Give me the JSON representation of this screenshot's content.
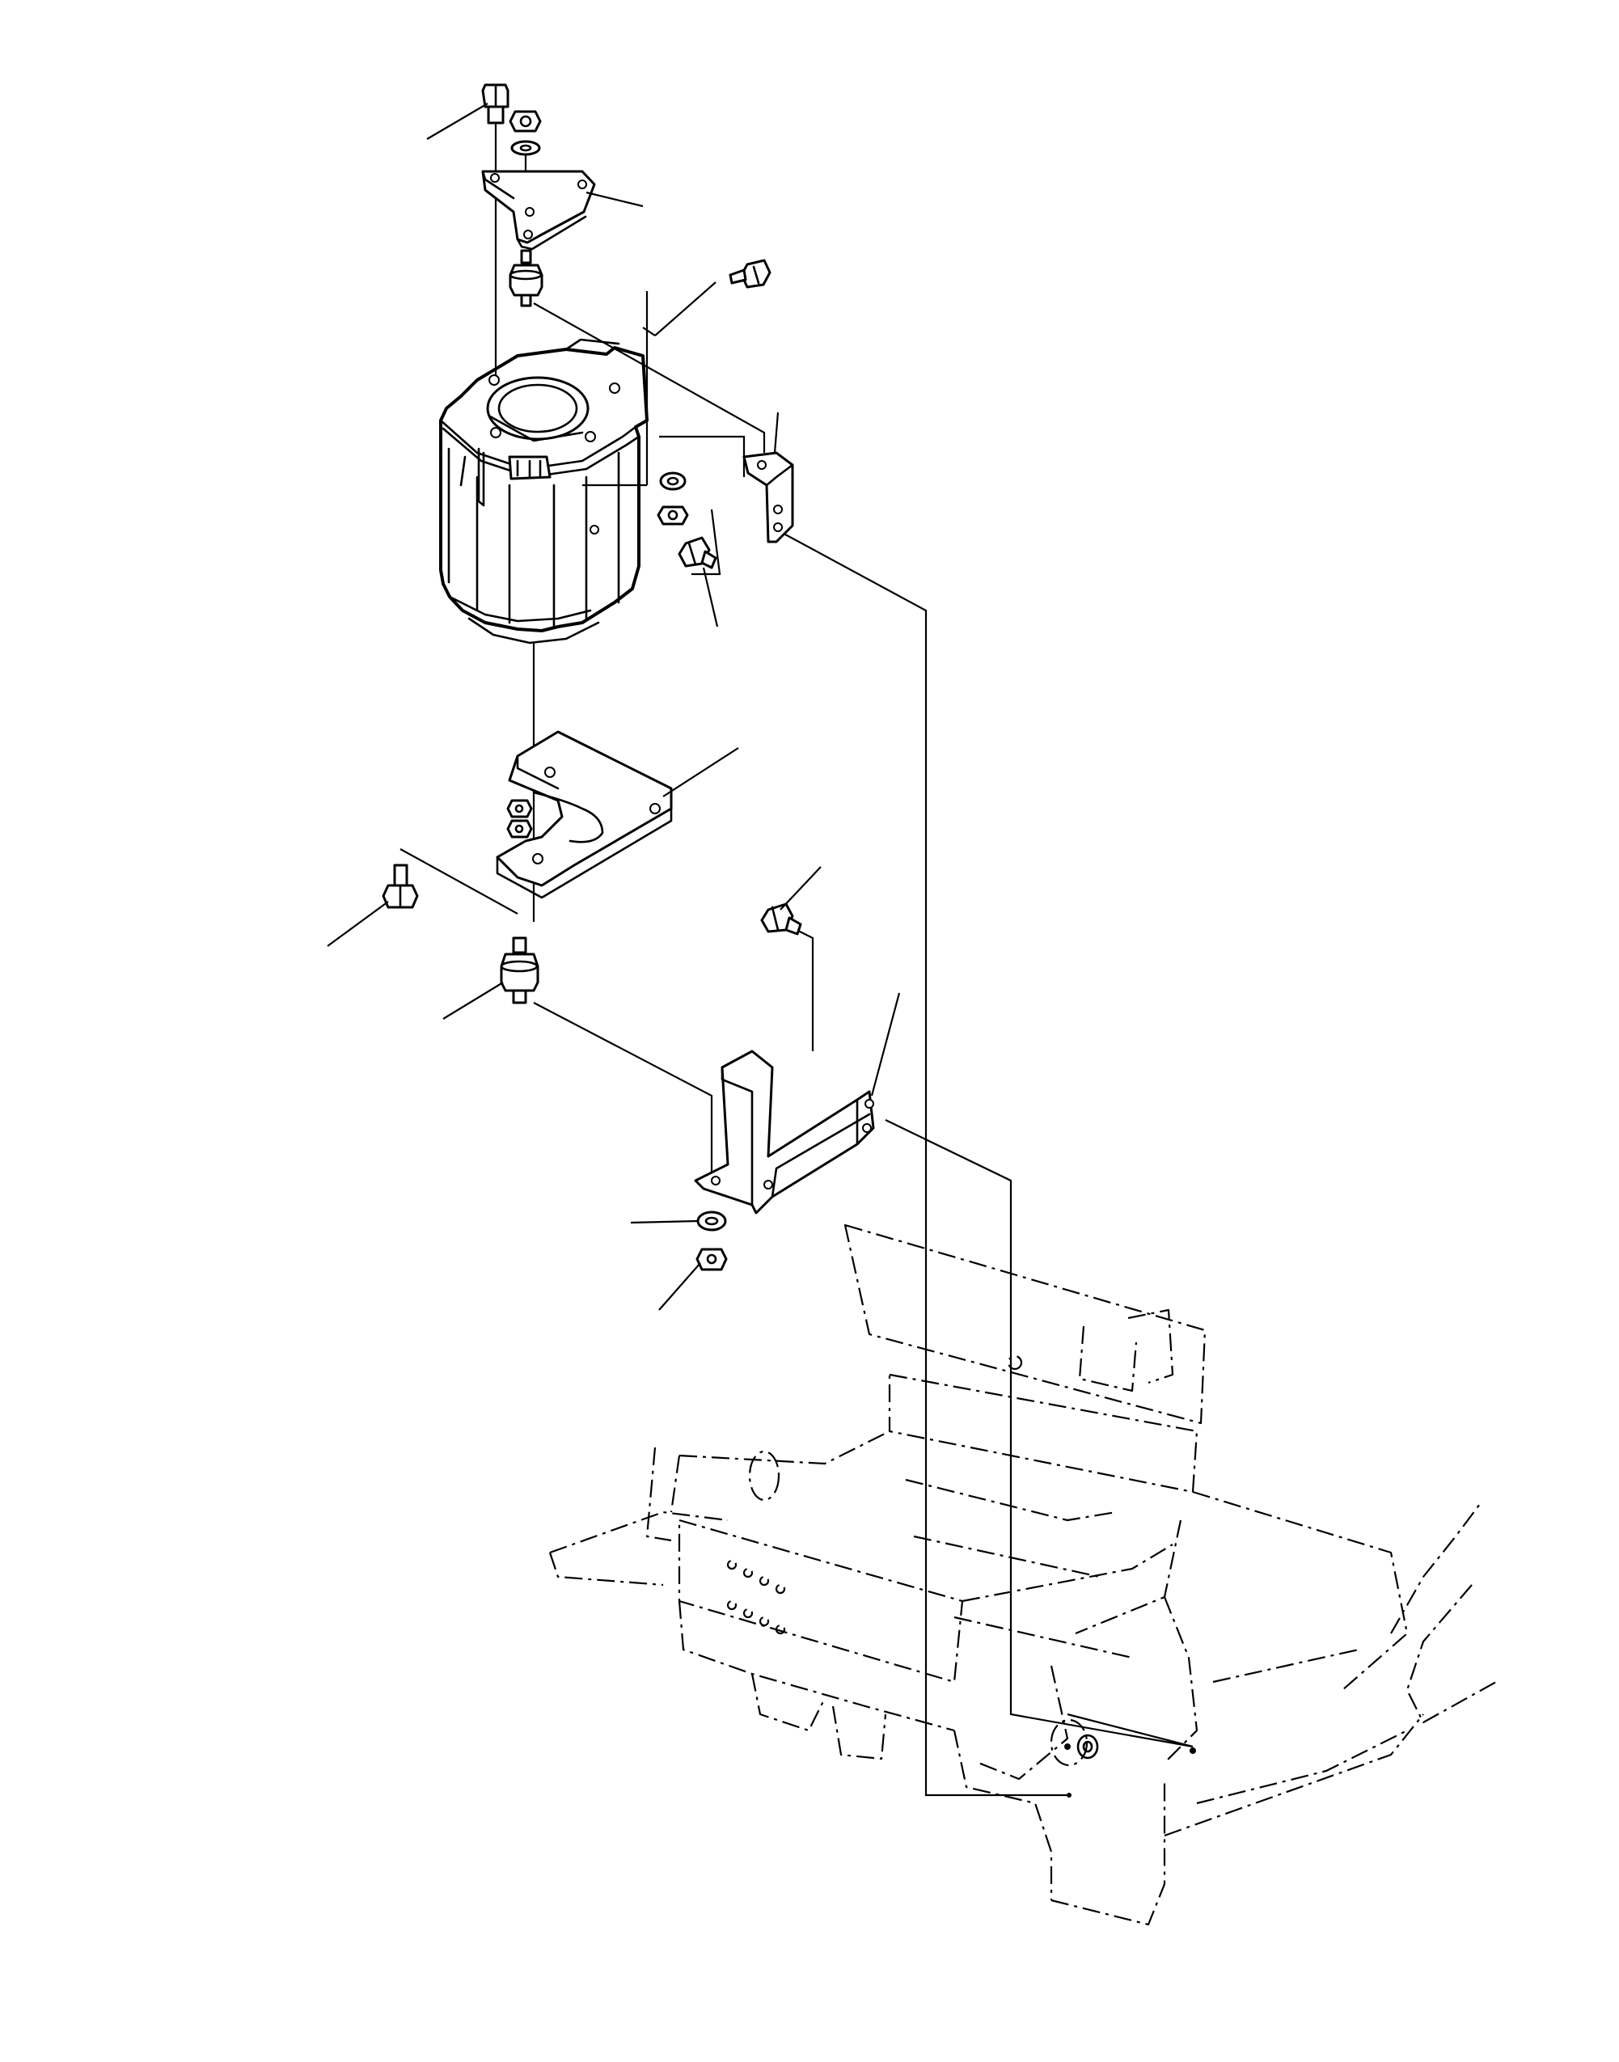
{
  "colors": {
    "ink": "#000000",
    "paper": "#ffffff"
  },
  "callouts": [
    {
      "id": "bolt-top"
    },
    {
      "id": "upper-bracket"
    },
    {
      "id": "side-bolt"
    },
    {
      "id": "right-bracket"
    },
    {
      "id": "right-bracket-bolt"
    },
    {
      "id": "base-plate"
    },
    {
      "id": "left-bolt"
    },
    {
      "id": "lower-mount"
    },
    {
      "id": "lower-bolt"
    },
    {
      "id": "lower-bracket"
    },
    {
      "id": "washer"
    },
    {
      "id": "nut"
    }
  ]
}
